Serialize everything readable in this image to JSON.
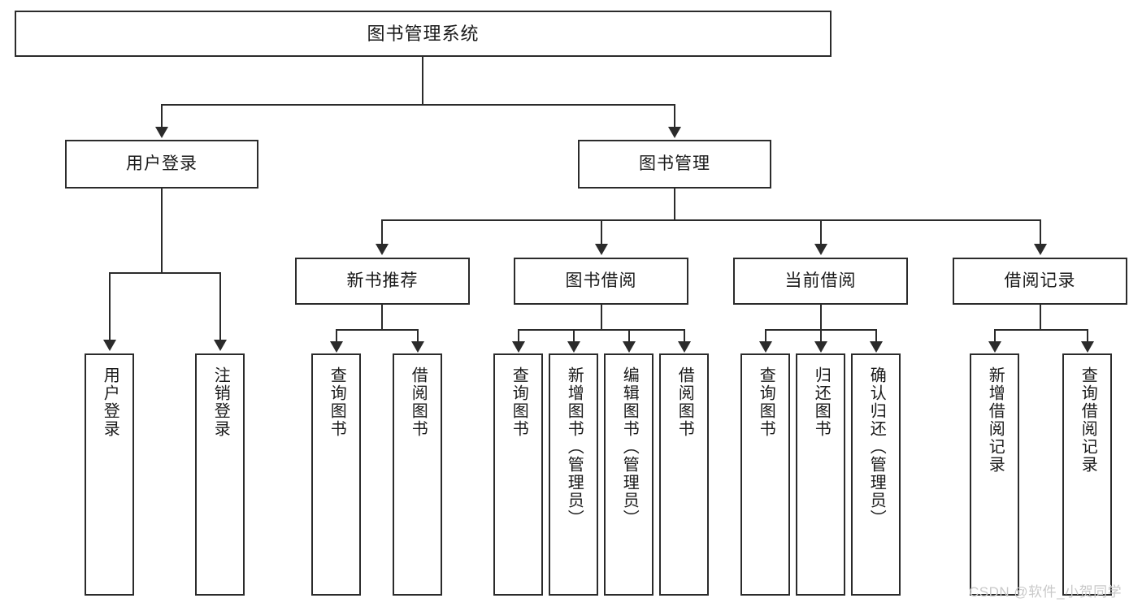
{
  "diagram": {
    "title": "图书管理系统",
    "watermark": "CSDN @软件_小贺同学",
    "colors": {
      "background": "#ffffff",
      "border": "#2b2b2b",
      "text": "#1a1a1a",
      "watermark": "#c9c9c9"
    },
    "root": {
      "label": "图书管理系统"
    },
    "level2": [
      {
        "label": "用户登录"
      },
      {
        "label": "图书管理"
      }
    ],
    "level3": [
      {
        "label": "新书推荐"
      },
      {
        "label": "图书借阅"
      },
      {
        "label": "当前借阅"
      },
      {
        "label": "借阅记录"
      }
    ],
    "leaves": {
      "user_login": [
        {
          "label": "用户登录"
        },
        {
          "label": "注销登录"
        }
      ],
      "new_book_recommend": [
        {
          "label": "查询图书"
        },
        {
          "label": "借阅图书"
        }
      ],
      "book_borrow": [
        {
          "label": "查询图书"
        },
        {
          "label": "新增图书（管理员）"
        },
        {
          "label": "编辑图书（管理员）"
        },
        {
          "label": "借阅图书"
        }
      ],
      "current_borrow": [
        {
          "label": "查询图书"
        },
        {
          "label": "归还图书"
        },
        {
          "label": "确认归还（管理员）"
        }
      ],
      "borrow_record": [
        {
          "label": "新增借阅记录"
        },
        {
          "label": "查询借阅记录"
        }
      ]
    }
  }
}
